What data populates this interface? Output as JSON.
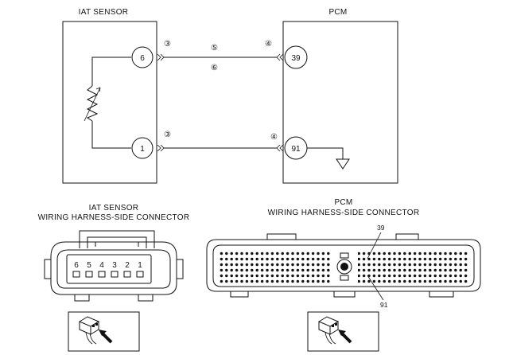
{
  "schematic": {
    "iat_sensor_title": "IAT SENSOR",
    "pcm_title": "PCM",
    "iat_pins": [
      "6",
      "1"
    ],
    "pcm_pins": [
      "39",
      "91"
    ],
    "wire_markers": {
      "top_left": "③",
      "top_middle_upper": "⑤",
      "top_middle_lower": "⑥",
      "top_right": "④",
      "bottom_left": "③",
      "bottom_right": "④"
    }
  },
  "iat_connector": {
    "title_line1": "IAT SENSOR",
    "title_line2": "WIRING HARNESS-SIDE CONNECTOR",
    "terminals": [
      "6",
      "5",
      "4",
      "3",
      "2",
      "1"
    ]
  },
  "pcm_connector": {
    "title_line1": "PCM",
    "title_line2": "WIRING HARNESS-SIDE CONNECTOR",
    "callouts": [
      "39",
      "91"
    ]
  }
}
